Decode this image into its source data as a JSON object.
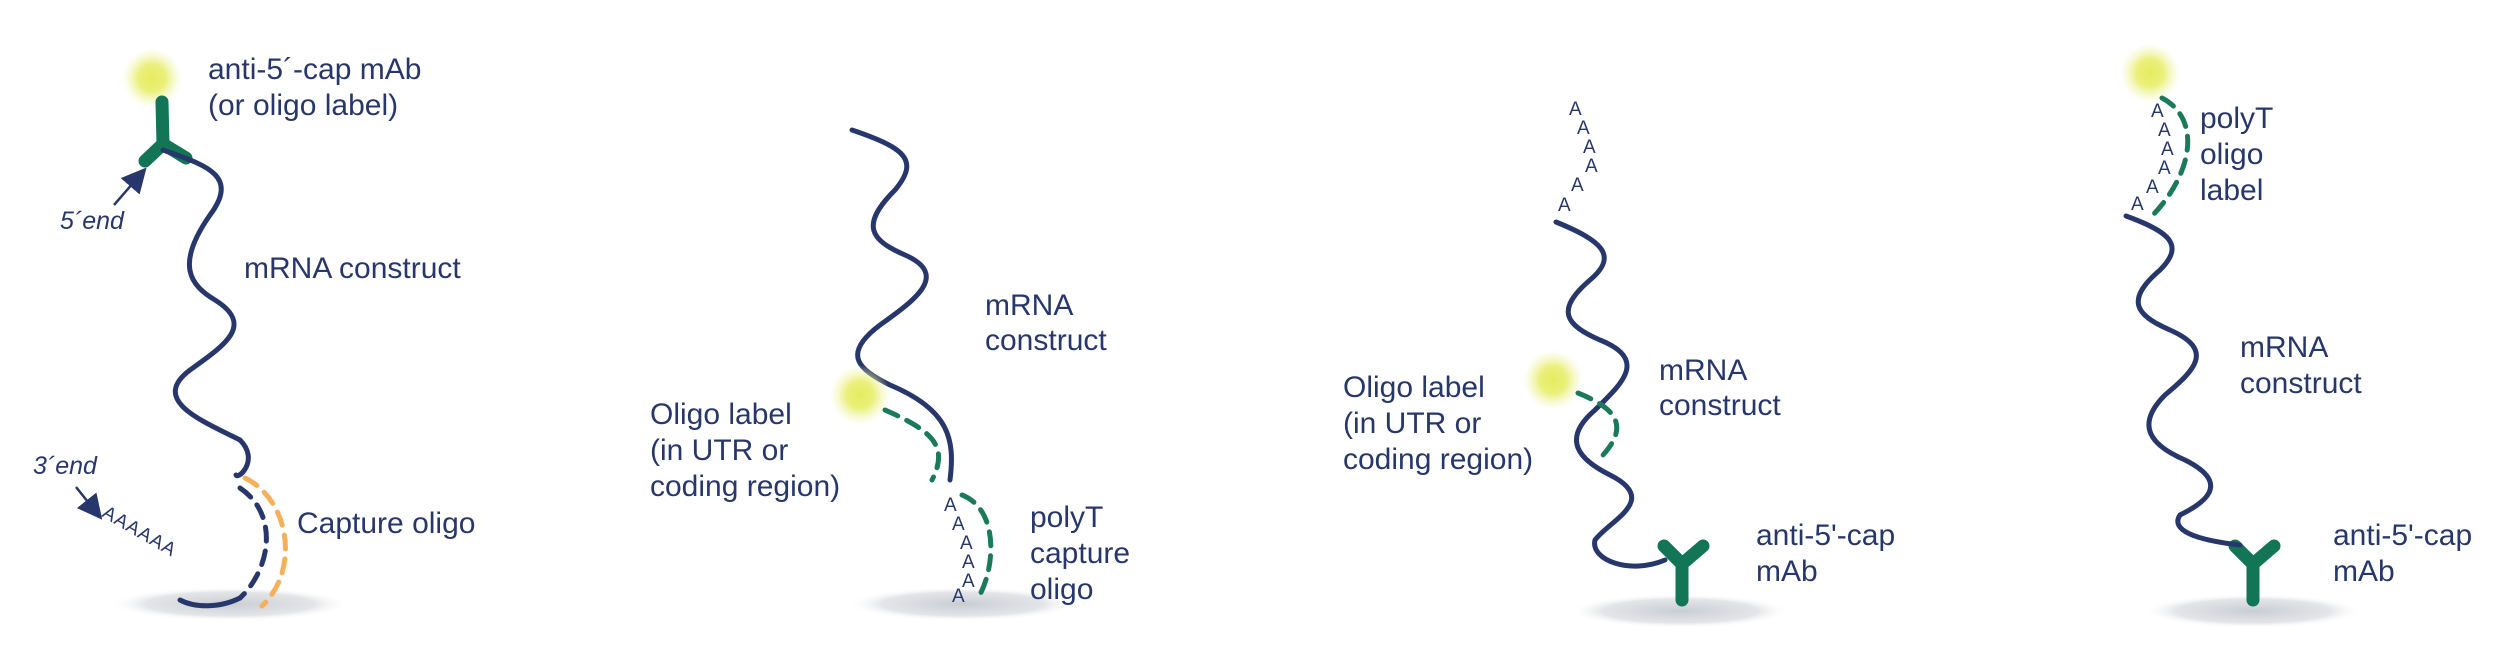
{
  "colors": {
    "navy": "#27376b",
    "green": "#127656",
    "orange": "#f4b05a",
    "glow": "#e5ec5e",
    "shadow": "#d2d5da"
  },
  "panel1": {
    "cap_label_line1": "anti-5´-cap mAb",
    "cap_label_line2": "(or oligo label)",
    "five_end": "5´end",
    "three_end": "3´end",
    "mrna_label": "mRNA construct",
    "polya": "AAAAAA",
    "capture_label": "Capture oligo"
  },
  "panel2": {
    "mrna_line1": "mRNA",
    "mrna_line2": "construct",
    "oligo_line1": "Oligo label",
    "oligo_line2": "(in UTR or",
    "oligo_line3": "coding region)",
    "polyt_line1": "polyT",
    "polyt_line2": "capture",
    "polyt_line3": "oligo",
    "a": "A"
  },
  "panel3": {
    "mrna_line1": "mRNA",
    "mrna_line2": "construct",
    "oligo_line1": "Oligo label",
    "oligo_line2": "(in UTR or",
    "oligo_line3": "coding region)",
    "mab_line1": "anti-5'-cap",
    "mab_line2": "mAb",
    "a": "A"
  },
  "panel4": {
    "polyt_line1": "polyT",
    "polyt_line2": "oligo",
    "polyt_line3": "label",
    "mrna_line1": "mRNA",
    "mrna_line2": "construct",
    "mab_line1": "anti-5'-cap",
    "mab_line2": "mAb",
    "a": "A"
  }
}
